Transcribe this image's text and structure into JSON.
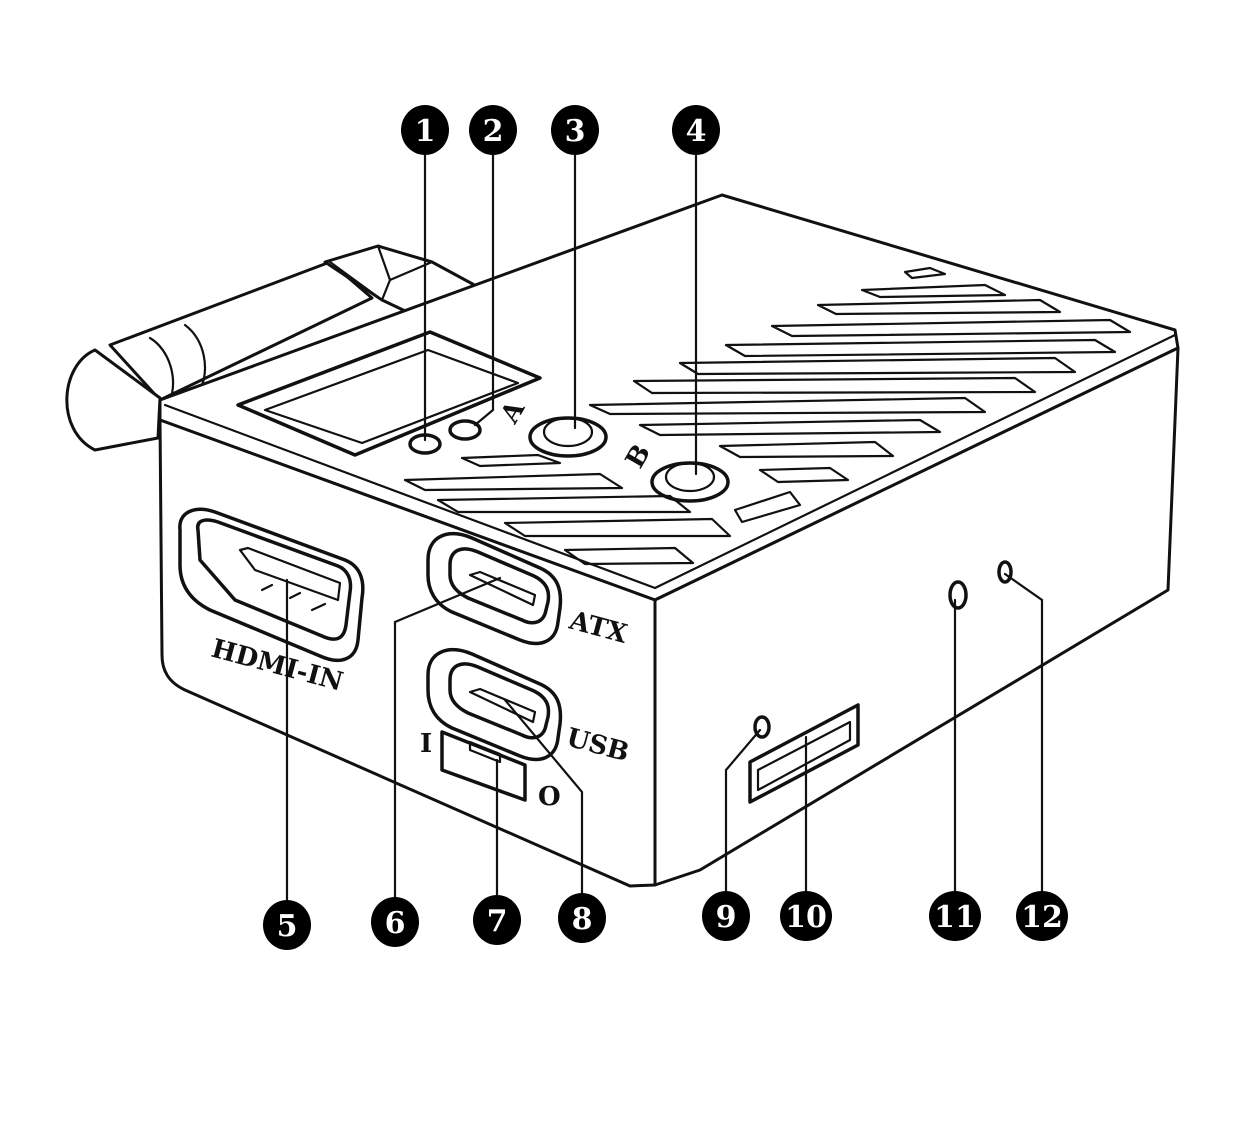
{
  "port_labels": {
    "hdmi_in": "HDMI-IN",
    "atx": "ATX",
    "usb": "USB",
    "switch_i": "I",
    "switch_o": "O",
    "button_a": "A",
    "button_b": "B"
  },
  "callouts": [
    {
      "id": "1",
      "number": "1"
    },
    {
      "id": "2",
      "number": "2"
    },
    {
      "id": "3",
      "number": "3"
    },
    {
      "id": "4",
      "number": "4"
    },
    {
      "id": "5",
      "number": "5"
    },
    {
      "id": "6",
      "number": "6"
    },
    {
      "id": "7",
      "number": "7"
    },
    {
      "id": "8",
      "number": "8"
    },
    {
      "id": "9",
      "number": "9"
    },
    {
      "id": "10",
      "number": "10"
    },
    {
      "id": "11",
      "number": "11"
    },
    {
      "id": "12",
      "number": "12"
    }
  ]
}
